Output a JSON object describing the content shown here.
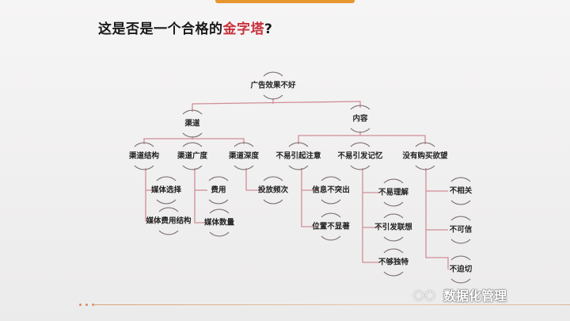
{
  "title": {
    "prefix": "这是否是一个合格的",
    "highlight": "金字塔",
    "suffix": "?"
  },
  "tree": {
    "root": "广告效果不好",
    "level1": [
      "渠道",
      "内容"
    ],
    "level2": [
      "渠道结构",
      "渠道广度",
      "渠道深度",
      "不易引起注意",
      "不易引发记忆",
      "没有购买欲望"
    ],
    "level3": [
      "媒体选择",
      "媒体费用结构",
      "费用",
      "媒体数量",
      "投放频次",
      "信息不突出",
      "位置不显著",
      "不易理解",
      "不引发联想",
      "不够独特",
      "不相关",
      "不可信",
      "不迫切"
    ]
  },
  "watermark": "数据化管理",
  "colors": {
    "accent": "#e6972f",
    "highlight": "#c8323c",
    "line": "#cf8e98",
    "arc": "#7d6f72"
  }
}
